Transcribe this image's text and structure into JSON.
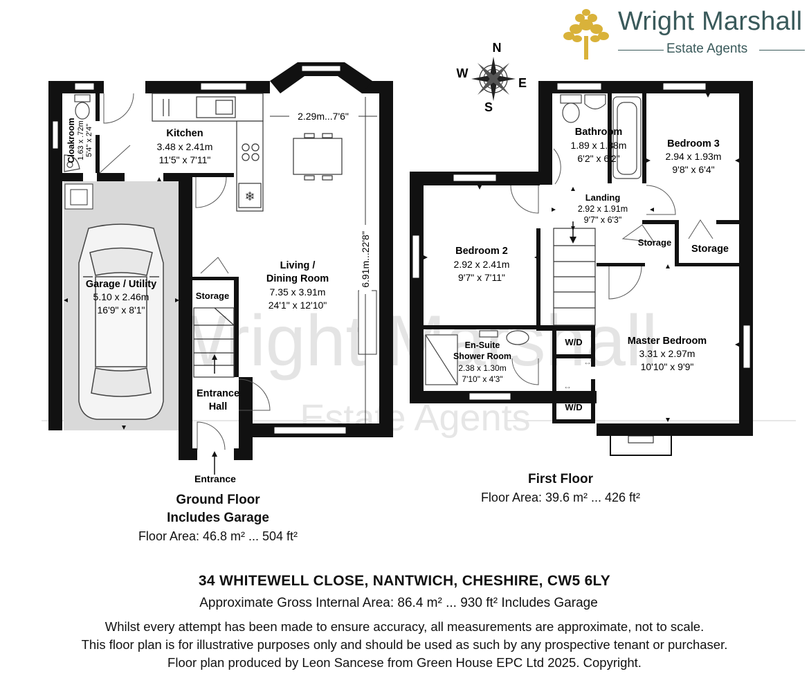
{
  "brand": {
    "name": "Wright Marshall",
    "tagline": "Estate Agents",
    "color": "#3a5a5b",
    "tree_color": "#d9b23a"
  },
  "watermark": {
    "line1": "Wright Marshall",
    "line2": "Estate Agents"
  },
  "compass": {
    "n": "N",
    "e": "E",
    "s": "S",
    "w": "W"
  },
  "ground_floor": {
    "title_line1": "Ground Floor",
    "title_line2": "Includes Garage",
    "area": "Floor Area: 46.8 m² ... 504 ft²",
    "rooms": {
      "cloakroom": {
        "name": "Cloakroom",
        "metric": "1.63 x .72m",
        "imperial": "5'4\" x 2'4\""
      },
      "kitchen": {
        "name": "Kitchen",
        "metric": "3.48 x 2.41m",
        "imperial": "11'5\" x 7'11\""
      },
      "garage": {
        "name": "Garage / Utility",
        "metric": "5.10 x 2.46m",
        "imperial": "16'9\" x 8'1\""
      },
      "living": {
        "name_line1": "Living /",
        "name_line2": "Dining Room",
        "metric": "7.35 x 3.91m",
        "imperial": "24'1\" x 12'10\""
      },
      "storage": {
        "name": "Storage"
      },
      "hall": {
        "name_line1": "Entrance",
        "name_line2": "Hall"
      },
      "entrance": {
        "name": "Entrance"
      }
    },
    "dimension_top": "2.29m...7'6\"",
    "dimension_side": "6.91m...22'8\""
  },
  "first_floor": {
    "title": "First Floor",
    "area": "Floor Area: 39.6 m² ... 426 ft²",
    "rooms": {
      "bathroom": {
        "name": "Bathroom",
        "metric": "1.89 x 1.88m",
        "imperial": "6'2\" x 6'2\""
      },
      "bedroom3": {
        "name": "Bedroom 3",
        "metric": "2.94 x 1.93m",
        "imperial": "9'8\" x 6'4\""
      },
      "landing": {
        "name": "Landing",
        "metric": "2.92 x 1.91m",
        "imperial": "9'7\" x 6'3\""
      },
      "bedroom2": {
        "name": "Bedroom 2",
        "metric": "2.92 x 2.41m",
        "imperial": "9'7\" x 7'11\""
      },
      "storage_small": {
        "name": "Storage"
      },
      "storage_large": {
        "name": "Storage"
      },
      "ensuite": {
        "name_line1": "En-Suite",
        "name_line2": "Shower Room",
        "metric": "2.38 x 1.30m",
        "imperial": "7'10\" x 4'3\""
      },
      "master": {
        "name": "Master Bedroom",
        "metric": "3.31 x 2.97m",
        "imperial": "10'10\" x 9'9\""
      },
      "wd_upper": {
        "name": "W/D"
      },
      "wd_lower": {
        "name": "W/D"
      }
    }
  },
  "address": "34 WHITEWELL CLOSE, NANTWICH, CHESHIRE, CW5 6LY",
  "gross_area": "Approximate Gross Internal Area: 86.4 m² ... 930 ft² Includes Garage",
  "disclaimer": [
    "Whilst every attempt has been made to ensure accuracy, all measurements are approximate, not to scale.",
    "This floor plan is for illustrative purposes only and should be used as such by any prospective tenant or purchaser.",
    "Floor plan produced by Leon Sancese from Green House EPC Ltd 2025. Copyright."
  ]
}
